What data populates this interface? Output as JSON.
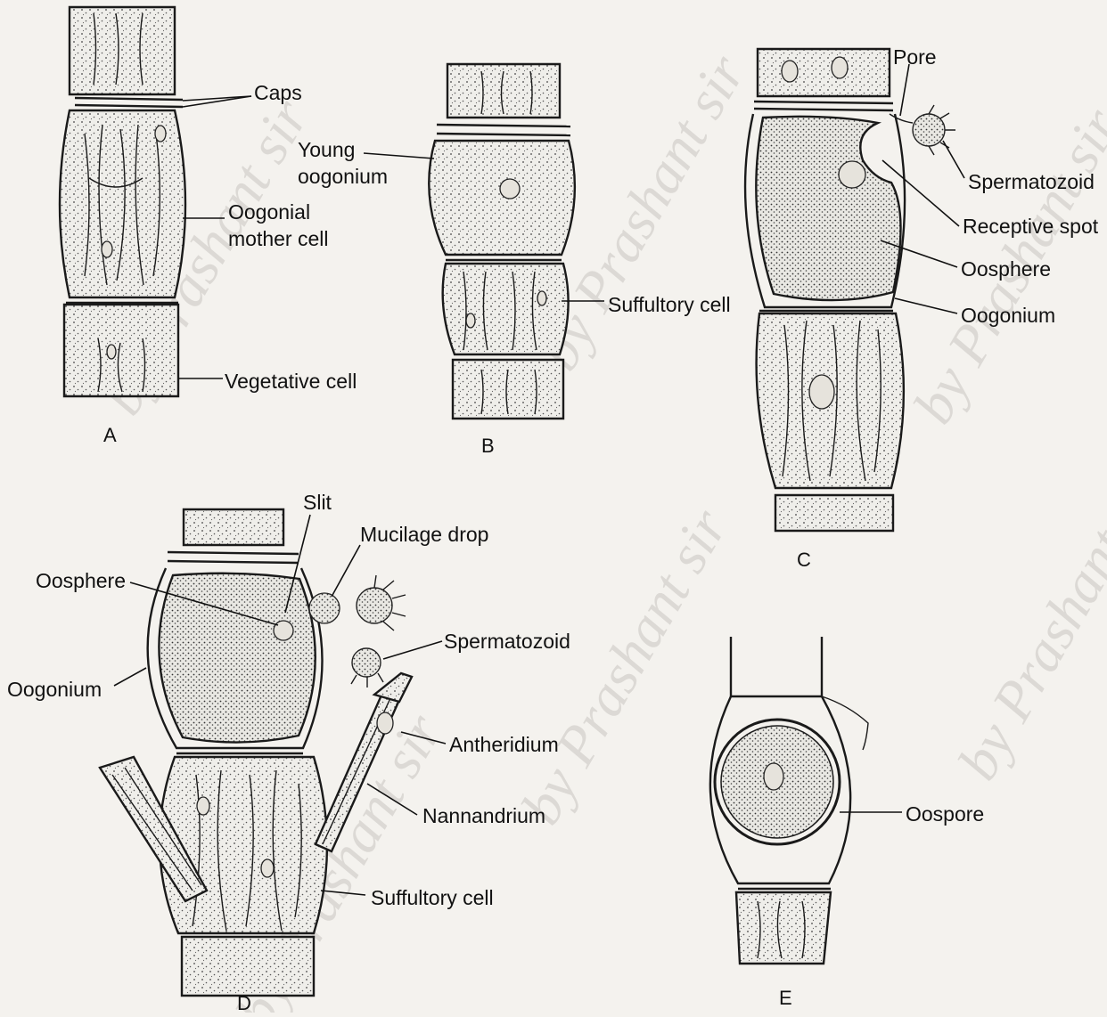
{
  "watermark": "by Prashant sir",
  "panels": {
    "A": {
      "letter": "A",
      "labels": {
        "caps": "Caps",
        "oogonial_mother_cell": [
          "Oogonial",
          "mother cell"
        ],
        "vegetative_cell": "Vegetative cell"
      }
    },
    "B": {
      "letter": "B",
      "labels": {
        "young_oogonium": [
          "Young",
          "oogonium"
        ],
        "suffultory_cell": "Suffultory cell"
      }
    },
    "C": {
      "letter": "C",
      "labels": {
        "pore": "Pore",
        "spermatozoid": "Spermatozoid",
        "receptive_spot": "Receptive spot",
        "oosphere": "Oosphere",
        "oogonium": "Oogonium"
      }
    },
    "D": {
      "letter": "D",
      "labels": {
        "slit": "Slit",
        "mucilage_drop": "Mucilage drop",
        "oosphere": "Oosphere",
        "spermatozoid": "Spermatozoid",
        "oogonium": "Oogonium",
        "antheridium": "Antheridium",
        "nannandrium": "Nannandrium",
        "suffultory_cell": "Suffultory cell"
      }
    },
    "E": {
      "letter": "E",
      "labels": {
        "oospore": "Oospore"
      }
    }
  }
}
